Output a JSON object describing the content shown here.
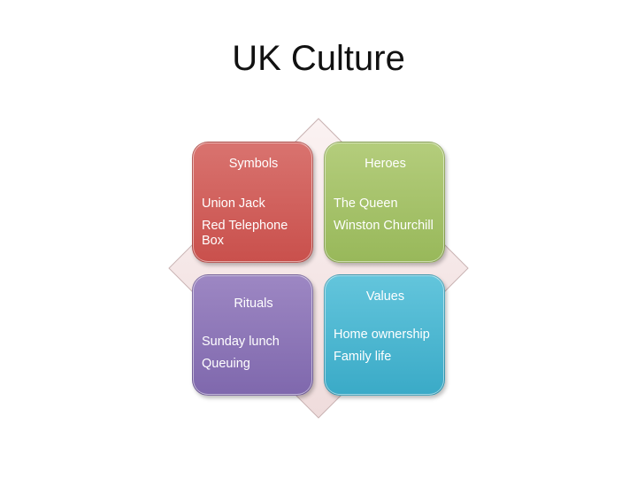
{
  "slide": {
    "title": "UK Culture"
  },
  "quadrants": {
    "symbols": {
      "heading": "Symbols",
      "items": [
        "Union Jack",
        "Red Telephone Box"
      ]
    },
    "heroes": {
      "heading": "Heroes",
      "items": [
        "The Queen",
        "Winston Churchill"
      ]
    },
    "rituals": {
      "heading": "Rituals",
      "items": [
        "Sunday lunch",
        "Queuing"
      ]
    },
    "values": {
      "heading": "Values",
      "items": [
        "Home ownership",
        "Family life"
      ]
    }
  },
  "colors": {
    "symbols": "#cd5f5b",
    "heroes": "#a6c26b",
    "rituals": "#8d77b8",
    "values": "#4bb7d1",
    "diamond": "#f4e4e4"
  }
}
